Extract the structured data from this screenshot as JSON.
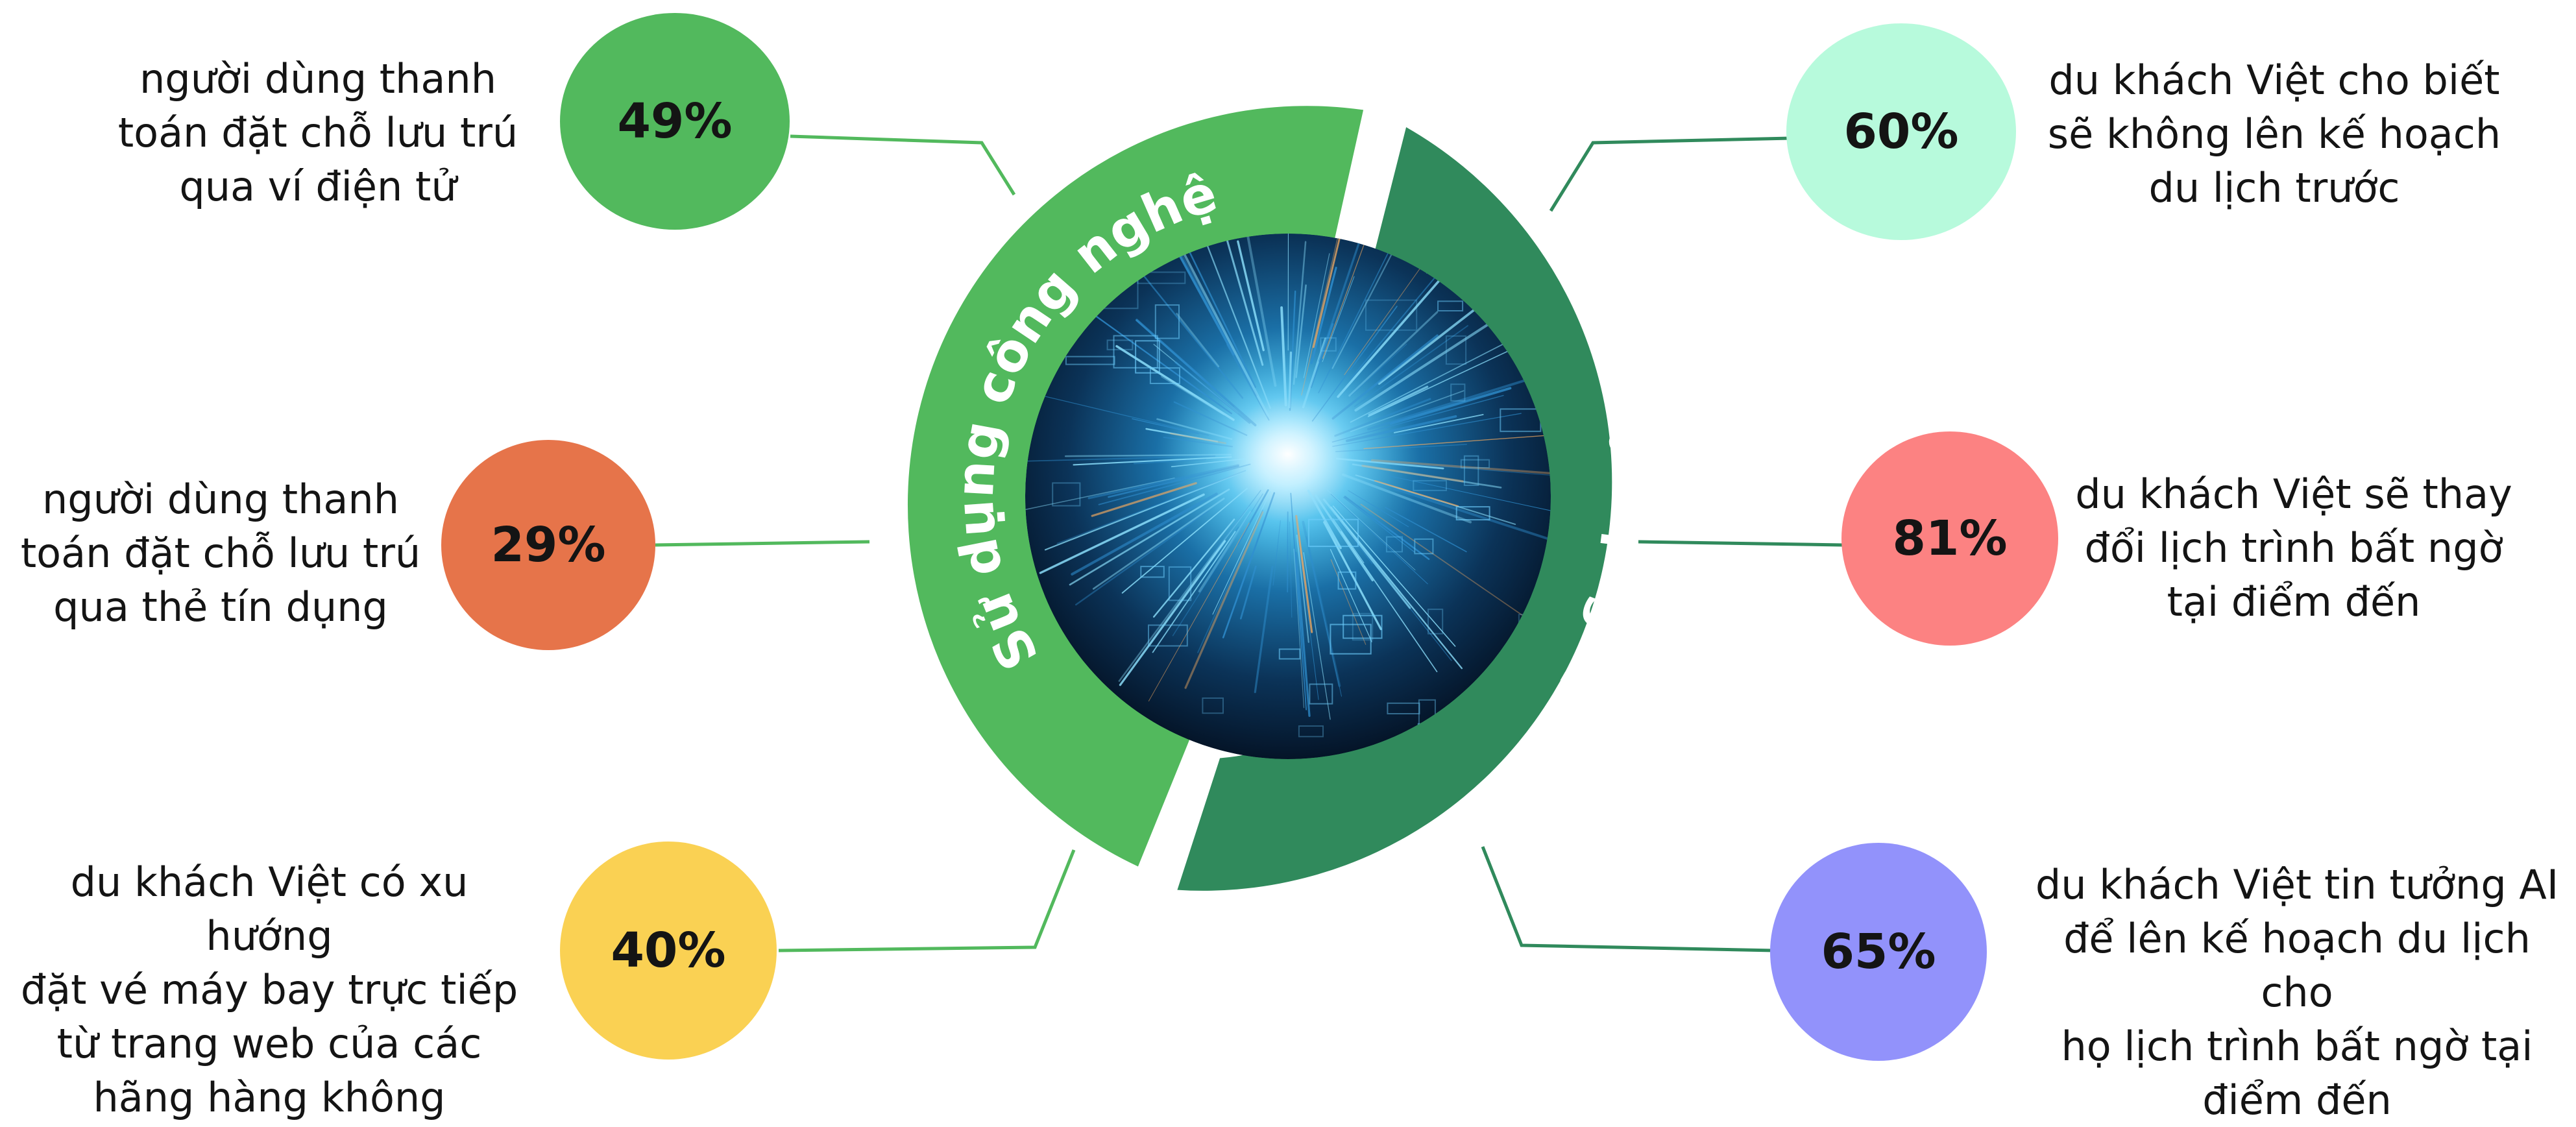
{
  "center_labels": {
    "tech": "Sử dụng công nghệ",
    "ai": "Sử dụng AI"
  },
  "stats": [
    {
      "id": "ewallet",
      "percent": "49%",
      "text": "người dùng thanh\ntoán đặt chỗ lưu trú\nqua ví điện tử",
      "color": "#52b95d"
    },
    {
      "id": "credit-card",
      "percent": "29%",
      "text": "người dùng thanh\ntoán đặt chỗ lưu trú\nqua thẻ tín dụng",
      "color": "#e6744a"
    },
    {
      "id": "airline-direct",
      "percent": "40%",
      "text": "du khách Việt có xu hướng\nđặt vé máy bay trực tiếp\ntừ trang web của các\nhãng hàng không",
      "color": "#fad153"
    },
    {
      "id": "no-plan",
      "percent": "60%",
      "text": "du khách Việt cho biết\nsẽ không lên kế hoạch\ndu lịch trước",
      "color": "#b7fadc"
    },
    {
      "id": "change-itinerary",
      "percent": "81%",
      "text": "du khách Việt sẽ thay\nđổi lịch trình bất ngờ\ntại điểm đến",
      "color": "#fc8282"
    },
    {
      "id": "trust-ai",
      "percent": "65%",
      "text": "du khách Việt tin tưởng AI\nđể lên kế hoạch du lịch cho\nhọ lịch trình bất ngờ tại\nđiểm đến",
      "color": "#9292fb"
    }
  ],
  "colors": {
    "tech_ring": "#52b95d",
    "ai_ring": "#308a5c",
    "left_connector": "#52b95d",
    "right_connector": "#308a5c",
    "text": "#141414"
  }
}
